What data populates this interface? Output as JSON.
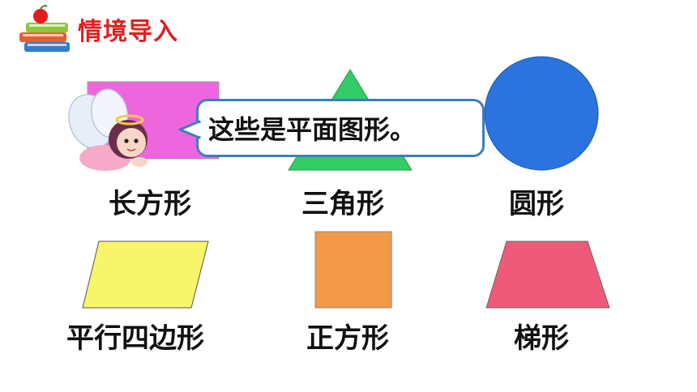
{
  "header": {
    "title": "情境导入"
  },
  "bubble": {
    "text": "这些是平面图形。"
  },
  "shapes": {
    "rectangle": {
      "label": "长方形",
      "color": "#ee66dd"
    },
    "triangle": {
      "label": "三角形",
      "color": "#33cc66"
    },
    "circle": {
      "label": "圆形",
      "color": "#2b74e0"
    },
    "parallelogram": {
      "label": "平行四边形",
      "color": "#f7f56a"
    },
    "square": {
      "label": "正方形",
      "color": "#f2994a"
    },
    "trapezoid": {
      "label": "梯形",
      "color": "#f05a7a"
    }
  },
  "icons": {
    "header_icon": "books-apple-icon",
    "mascot": "angel-girl-illustration"
  }
}
